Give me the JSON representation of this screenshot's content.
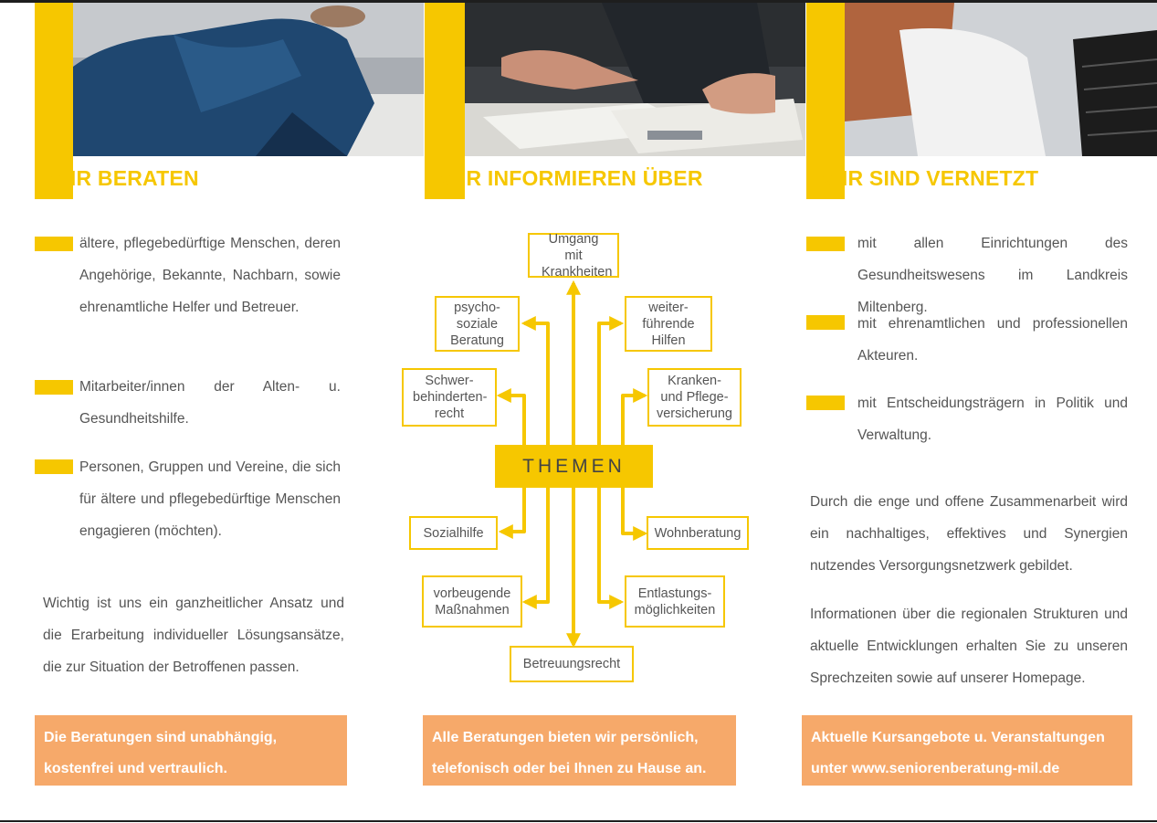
{
  "colors": {
    "accent": "#f6c700",
    "orange": "#f6a96a",
    "text": "#555555"
  },
  "columns": {
    "left": {
      "heading": "WIR BERATEN",
      "items": [
        "ältere, pflegebedürftige Menschen, deren Angehörige, Bekannte, Nachbarn, sowie ehrenamtliche Helfer und Betreuer.",
        "Mitarbeiter/innen der Alten- u. Gesundheitshilfe.",
        "Personen, Gruppen und Vereine, die sich für ältere und pflegebedürftige Menschen engagieren (möchten)."
      ],
      "paragraph": "Wichtig ist uns ein ganzheitlicher Ansatz und die Erarbeitung individueller Lösungsansätze, die zur Situation der Betroffenen passen.",
      "box": "Die Beratungen sind unabhängig, kostenfrei und vertraulich."
    },
    "middle": {
      "heading": "WIR INFORMIEREN ÜBER",
      "center": "THEMEN",
      "topics": [
        "Umgang mit Krankheiten",
        "psycho-soziale Beratung",
        "weiter-führende Hilfen",
        "Schwer-behinderten-recht",
        "Kranken- und Pflege-versicherung",
        "Sozialhilfe",
        "Wohnberatung",
        "vorbeugende Maßnahmen",
        "Entlastungs-möglichkeiten",
        "Betreuungsrecht"
      ],
      "box": "Alle Beratungen bieten wir persönlich, telefonisch oder bei Ihnen zu Hause an."
    },
    "right": {
      "heading": "WIR SIND VERNETZT",
      "items": [
        "mit allen Einrichtungen des Gesundheitswesens im Landkreis Miltenberg.",
        "mit ehrenamtlichen und professionellen Akteuren.",
        "mit Entscheidungsträgern in Politik und Verwaltung."
      ],
      "paragraph1": "Durch die enge und offene Zusammenarbeit wird ein nachhaltiges, effektives und Synergien nutzendes Versorgungsnetzwerk gebildet.",
      "paragraph2": "Informationen über die regionalen Strukturen und aktuelle Entwicklungen erhalten Sie zu unseren Sprechzeiten sowie auf unserer Homepage.",
      "box": "Aktuelle Kursangebote u. Veranstaltungen unter www.seniorenberatung-mil.de"
    }
  }
}
